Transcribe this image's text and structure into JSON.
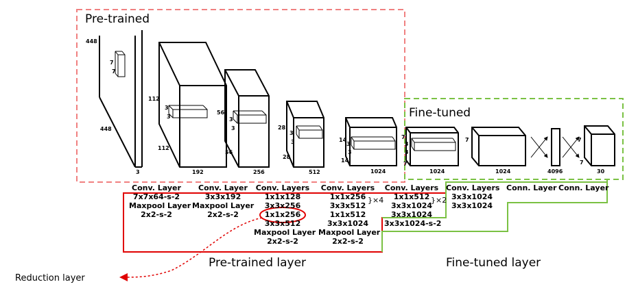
{
  "sections": {
    "pretrained": "Pre-trained",
    "finetuned": "Fine-tuned",
    "pretrained_layer": "Pre-trained layer",
    "finetuned_layer": "Fine-tuned layer",
    "reduction_layer": "Reduction layer"
  },
  "colors": {
    "pretrained_box": "#f08080",
    "finetuned_box": "#7ac143",
    "outline_red": "#e00000",
    "outline_green": "#7ac143"
  },
  "dims": {
    "l0_h": "448",
    "l0_w": "448",
    "l0_d": "3",
    "l0_k1": "7",
    "l0_k2": "7",
    "l1_h": "112",
    "l1_w": "112",
    "l1_d": "192",
    "l1_k1": "3",
    "l1_k2": "3",
    "l2_h": "56",
    "l2_w": "56",
    "l2_d": "256",
    "l2_k1": "3",
    "l2_k2": "3",
    "l3_h": "28",
    "l3_w": "28",
    "l3_d": "512",
    "l3_k1": "3",
    "l3_k2": "3",
    "l4_h": "14",
    "l4_w": "14",
    "l4_d": "1024",
    "l4_k1": "3",
    "l4_k2": "3",
    "l5_h": "7",
    "l5_w": "7",
    "l5_d": "1024",
    "l5_k1": "3",
    "l5_k2": "3",
    "l6_h": "7",
    "l6_d": "1024",
    "l7_d": "4096",
    "l8_h": "7",
    "l8_w": "7",
    "l8_d": "30"
  },
  "captions": {
    "c1": [
      "Conv. Layer",
      "7x7x64-s-2",
      "Maxpool Layer",
      "2x2-s-2"
    ],
    "c2": [
      "Conv. Layer",
      "3x3x192",
      "Maxpool Layer",
      "2x2-s-2"
    ],
    "c3": [
      "Conv. Layers",
      "1x1x128",
      "3x3x256",
      "1x1x256",
      "3x3x512",
      "Maxpool Layer",
      "2x2-s-2"
    ],
    "c4": [
      "Conv. Layers",
      "1x1x256",
      "3x3x512",
      "1x1x512",
      "3x3x1024",
      "Maxpool Layer",
      "2x2-s-2"
    ],
    "c4_mult": "}×4",
    "c5": [
      "Conv. Layers",
      "1x1x512",
      "3x3x1024",
      "3x3x1024",
      "3x3x1024-s-2"
    ],
    "c5_mult": "}×2",
    "c6": [
      "Conv. Layers",
      "3x3x1024",
      "3x3x1024"
    ],
    "c7": [
      "Conn. Layer"
    ],
    "c8": [
      "Conn. Layer"
    ]
  }
}
